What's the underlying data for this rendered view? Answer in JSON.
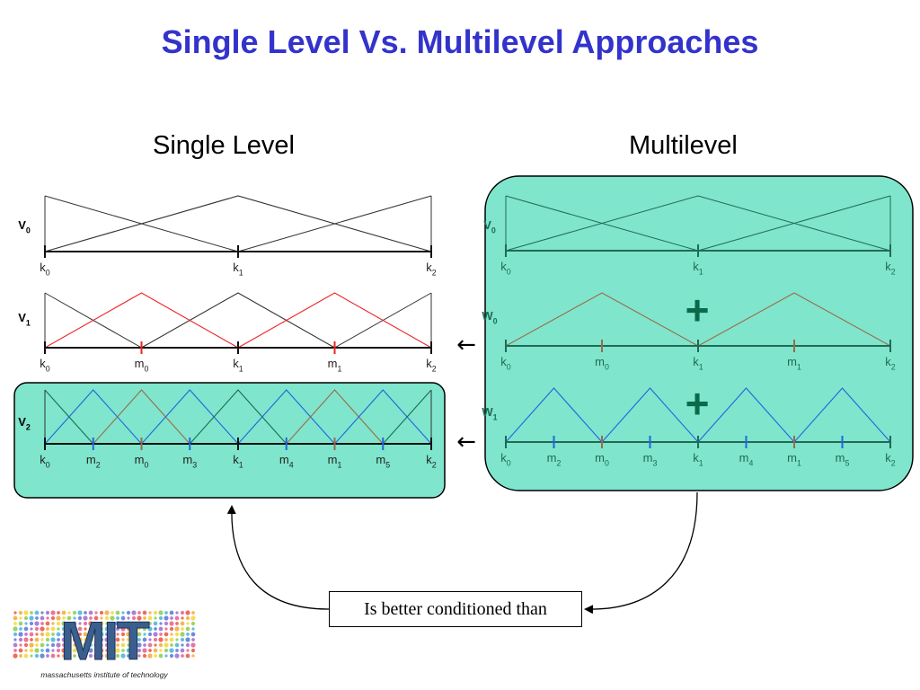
{
  "title": "Single Level Vs. Multilevel Approaches",
  "headings": {
    "single": "Single Level",
    "multi": "Multilevel"
  },
  "caption": "Is better conditioned than",
  "colors": {
    "title": "#3333cc",
    "highlight_fill": "#7fe5cc",
    "level0_hat": "#333333",
    "level1_hat": "#ee2222",
    "level2_hat": "#2266dd",
    "multilevel_v0": "#1f6b55",
    "multilevel_w0": "#9b6b4a",
    "multilevel_w1": "#2266dd",
    "plus_sign": "#0b6a4b"
  },
  "single_level": {
    "levels": [
      {
        "var": "V",
        "sub": "0",
        "ticks": [
          {
            "b": "k",
            "s": "0"
          },
          {
            "b": "k",
            "s": "1"
          },
          {
            "b": "k",
            "s": "2"
          }
        ]
      },
      {
        "var": "V",
        "sub": "1",
        "ticks": [
          {
            "b": "k",
            "s": "0"
          },
          {
            "b": "m",
            "s": "0"
          },
          {
            "b": "k",
            "s": "1"
          },
          {
            "b": "m",
            "s": "1"
          },
          {
            "b": "k",
            "s": "2"
          }
        ]
      },
      {
        "var": "V",
        "sub": "2",
        "ticks": [
          {
            "b": "k",
            "s": "0"
          },
          {
            "b": "m",
            "s": "2"
          },
          {
            "b": "m",
            "s": "0"
          },
          {
            "b": "m",
            "s": "3"
          },
          {
            "b": "k",
            "s": "1"
          },
          {
            "b": "m",
            "s": "4"
          },
          {
            "b": "m",
            "s": "1"
          },
          {
            "b": "m",
            "s": "5"
          },
          {
            "b": "k",
            "s": "2"
          }
        ]
      }
    ]
  },
  "multilevel": {
    "levels": [
      {
        "var": "V",
        "sub": "0",
        "ticks": [
          {
            "b": "k",
            "s": "0"
          },
          {
            "b": "k",
            "s": "1"
          },
          {
            "b": "k",
            "s": "2"
          }
        ]
      },
      {
        "var": "W",
        "sub": "0",
        "ticks": [
          {
            "b": "k",
            "s": "0"
          },
          {
            "b": "m",
            "s": "0"
          },
          {
            "b": "k",
            "s": "1"
          },
          {
            "b": "m",
            "s": "1"
          },
          {
            "b": "k",
            "s": "2"
          }
        ]
      },
      {
        "var": "W",
        "sub": "1",
        "ticks": [
          {
            "b": "k",
            "s": "0"
          },
          {
            "b": "m",
            "s": "2"
          },
          {
            "b": "m",
            "s": "0"
          },
          {
            "b": "m",
            "s": "3"
          },
          {
            "b": "k",
            "s": "1"
          },
          {
            "b": "m",
            "s": "4"
          },
          {
            "b": "m",
            "s": "1"
          },
          {
            "b": "m",
            "s": "5"
          },
          {
            "b": "k",
            "s": "2"
          }
        ]
      }
    ],
    "plus_symbol": "+",
    "arrow_symbol": "←"
  },
  "logo": {
    "text": "MIT",
    "subtitle": "massachusetts institute of technology"
  }
}
